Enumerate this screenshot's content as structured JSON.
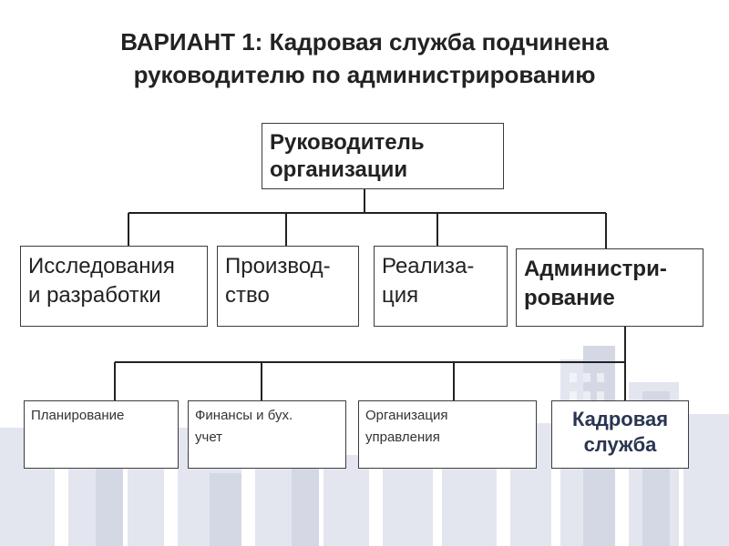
{
  "title": {
    "line1": "ВАРИАНТ 1: Кадровая служба подчинена",
    "line2": "руководителю по администрированию"
  },
  "top_node": {
    "line1": "Руководитель",
    "line2": "организации"
  },
  "departments": [
    {
      "line1": "Исследования",
      "line2": "и разработки"
    },
    {
      "line1": "Производ-",
      "line2": "ство"
    },
    {
      "line1": "Реализа-",
      "line2": "ция"
    },
    {
      "line1": "Администри-",
      "line2": "рование"
    }
  ],
  "sub_units": [
    {
      "line1": "Планирование",
      "line2": ""
    },
    {
      "line1": "Финансы и бух.",
      "line2": "учет"
    },
    {
      "line1": "Организация",
      "line2": "управления"
    },
    {
      "line1": "Кадровая",
      "line2": "служба"
    }
  ],
  "colors": {
    "background": "#ffffff",
    "skyline": "#dde1ec",
    "skyline_dark": "#cdd2e0",
    "line": "#222222",
    "highlight_text": "#2a3552"
  }
}
